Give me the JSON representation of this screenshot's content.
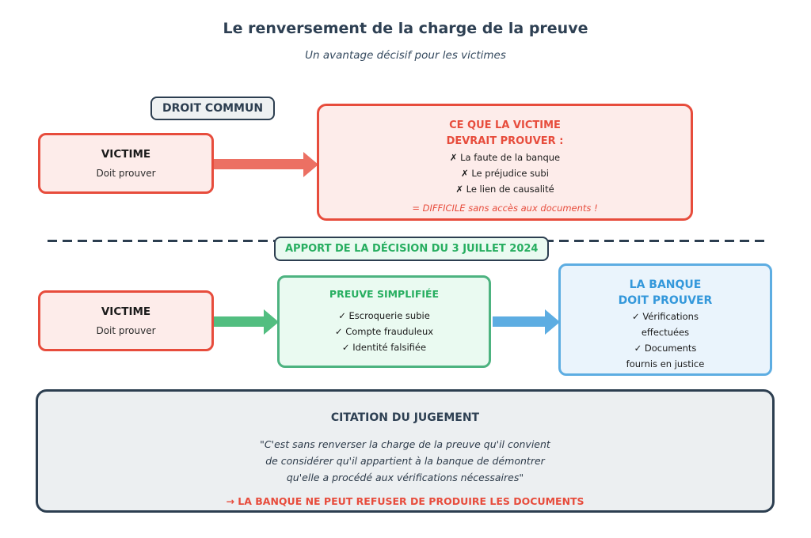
{
  "page": {
    "title": "Le renversement de la charge de la preuve",
    "subtitle": "Un avantage décisif pour les victimes"
  },
  "colors": {
    "heading": "#2e4053",
    "red_accent": "#e74c3c",
    "red_box_bg": "#fdecea",
    "salmon_arrow": "#ec7063",
    "green_accent": "#27ae60",
    "green_box_bg": "#eafaf1",
    "green_arrow": "#52be80",
    "blue_accent": "#3498db",
    "blue_box_bg": "#eaf4fc",
    "blue_arrow": "#5dade2",
    "citation_bg": "#eceff1",
    "badge_bg": "#eef1f2"
  },
  "section_common_law": {
    "badge": "DROIT COMMUN",
    "victim_box": {
      "title": "VICTIME",
      "subtitle": "Doit prouver"
    },
    "proof_box": {
      "title_line1": "CE QUE LA VICTIME",
      "title_line2": "DEVRAIT PROUVER :",
      "items": [
        "✗ La faute de la banque",
        "✗ Le préjudice subi",
        "✗ Le lien de causalité"
      ],
      "note": "= DIFFICILE sans accès aux documents !"
    }
  },
  "divider": {
    "label": "APPORT DE LA DÉCISION DU 3 JUILLET 2024"
  },
  "section_decision": {
    "victim_box": {
      "title": "VICTIME",
      "subtitle": "Doit prouver"
    },
    "proof_box": {
      "title": "PREUVE SIMPLIFIÉE",
      "items": [
        "✓ Escroquerie subie",
        "✓ Compte frauduleux",
        "✓ Identité falsifiée"
      ]
    },
    "bank_box": {
      "title_line1": "LA BANQUE",
      "title_line2": "DOIT PROUVER",
      "items": [
        "✓ Vérifications",
        "effectuées",
        "✓ Documents",
        "fournis en justice"
      ]
    }
  },
  "citation": {
    "title": "CITATION DU JUGEMENT",
    "quote_lines": [
      "\"C'est sans renverser la charge de la preuve qu'il convient",
      "de considérer qu'il appartient à la banque de démontrer",
      "qu'elle a procédé aux vérifications nécessaires\""
    ],
    "conclusion": "→ LA BANQUE NE PEUT REFUSER DE PRODUIRE LES DOCUMENTS"
  }
}
